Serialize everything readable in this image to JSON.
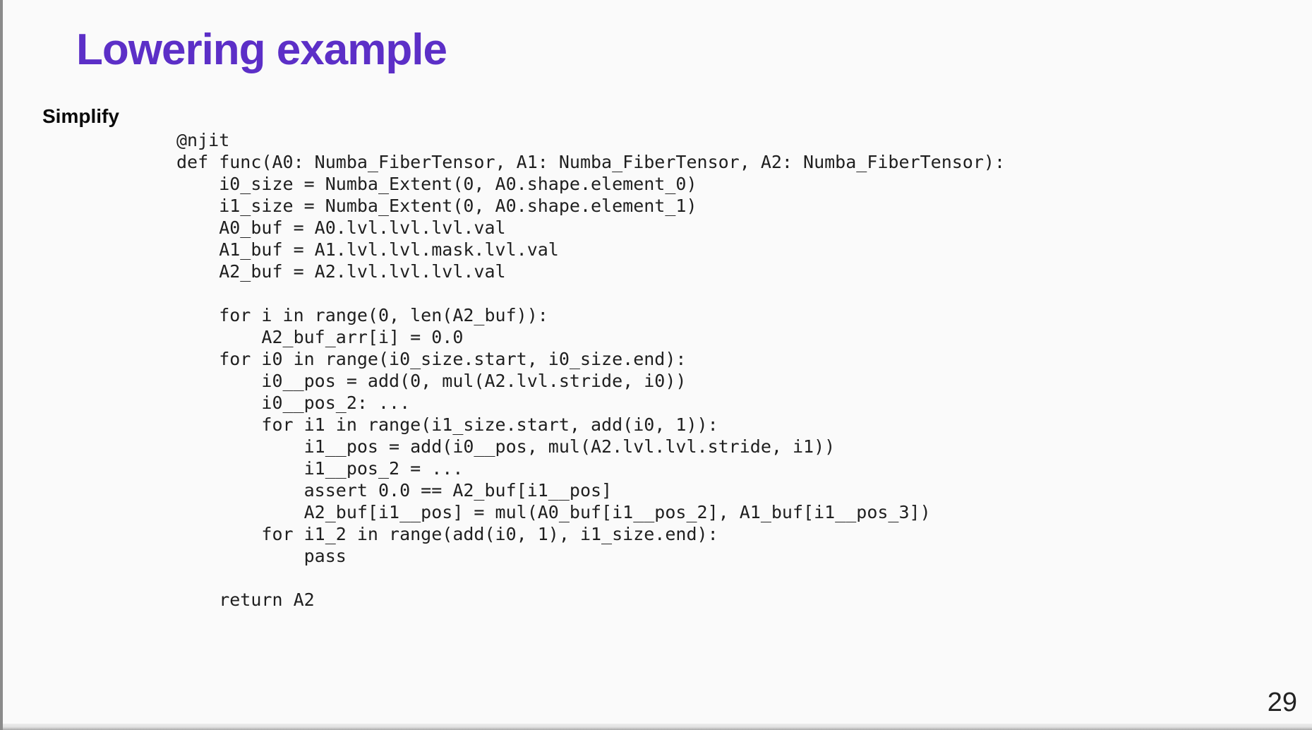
{
  "colors": {
    "accent_purple": "#5c2fc7",
    "slide_background": "#fafafa",
    "code_text": "#1f1f1f",
    "edge_gray": "#8b8b8b",
    "bottom_strip": "#dcdcdc",
    "page_number_color": "#222222"
  },
  "slide": {
    "title": "Lowering example",
    "section_label": "Simplify",
    "page_number": "29",
    "code_lines": [
      "@njit",
      "def func(A0: Numba_FiberTensor, A1: Numba_FiberTensor, A2: Numba_FiberTensor):",
      "    i0_size = Numba_Extent(0, A0.shape.element_0)",
      "    i1_size = Numba_Extent(0, A0.shape.element_1)",
      "    A0_buf = A0.lvl.lvl.lvl.val",
      "    A1_buf = A1.lvl.lvl.mask.lvl.val",
      "    A2_buf = A2.lvl.lvl.lvl.val",
      "",
      "    for i in range(0, len(A2_buf)):",
      "        A2_buf_arr[i] = 0.0",
      "    for i0 in range(i0_size.start, i0_size.end):",
      "        i0__pos = add(0, mul(A2.lvl.stride, i0))",
      "        i0__pos_2: ...",
      "        for i1 in range(i1_size.start, add(i0, 1)):",
      "            i1__pos = add(i0__pos, mul(A2.lvl.lvl.stride, i1))",
      "            i1__pos_2 = ...",
      "            assert 0.0 == A2_buf[i1__pos]",
      "            A2_buf[i1__pos] = mul(A0_buf[i1__pos_2], A1_buf[i1__pos_3])",
      "        for i1_2 in range(add(i0, 1), i1_size.end):",
      "            pass",
      "",
      "    return A2"
    ]
  }
}
